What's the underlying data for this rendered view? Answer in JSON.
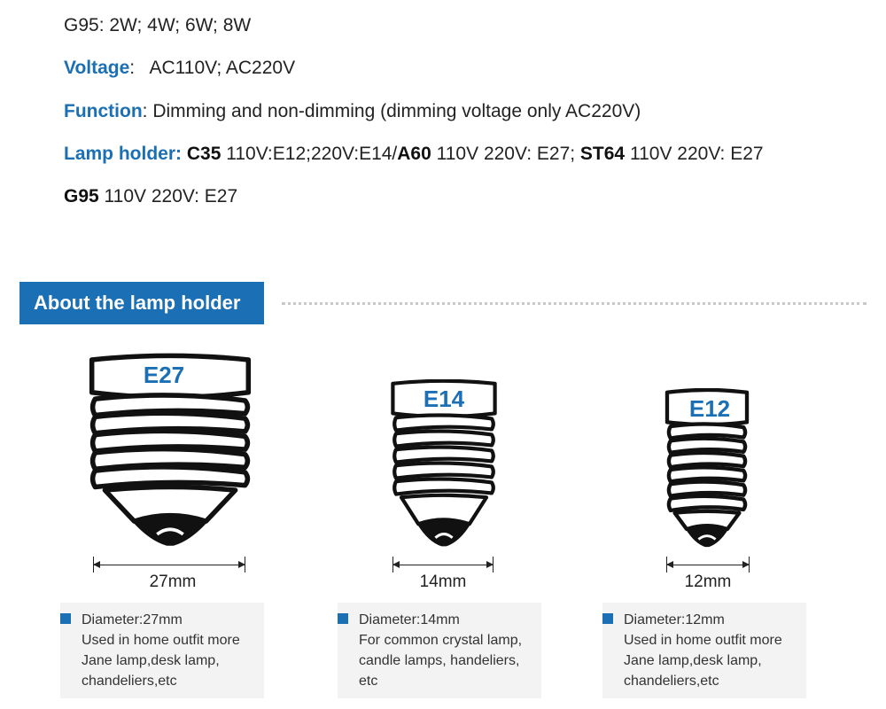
{
  "specs": {
    "g95_watts": "G95: 2W; 4W; 6W; 8W",
    "voltage_label": "Voltage",
    "voltage_colon": ":",
    "voltage_value": "AC110V; AC220V",
    "function_label": "Function",
    "function_colon": ":",
    "function_value": "Dimming and non-dimming (dimming voltage only AC220V)",
    "holder_label": "Lamp holder:",
    "holder_c35": "C35",
    "holder_c35_text": " 110V:E12;220V:E14/",
    "holder_a60": "A60",
    "holder_a60_text": " 110V 220V: E27; ",
    "holder_st64": "ST64",
    "holder_st64_text": " 110V 220V: E27",
    "holder_g95": "G95",
    "holder_g95_text": " 110V 220V: E27"
  },
  "section": {
    "title": "About the lamp holder"
  },
  "bulbs": [
    {
      "name": "E27",
      "dimension": "27mm",
      "diameter": "Diameter:27mm",
      "desc": [
        "Used in home outfit more",
        "Jane lamp,desk lamp,",
        "chandeliers,etc"
      ]
    },
    {
      "name": "E14",
      "dimension": "14mm",
      "diameter": "Diameter:14mm",
      "desc": [
        "For common crystal lamp,",
        "candle lamps, handeliers,",
        "etc"
      ]
    },
    {
      "name": "E12",
      "dimension": "12mm",
      "diameter": "Diameter:12mm",
      "desc": [
        "Used in home outfit more",
        "Jane lamp,desk lamp,",
        "chandeliers,etc"
      ]
    }
  ],
  "colors": {
    "accent": "#1b6fb5",
    "text": "#222222",
    "box_bg": "#f3f3f3"
  }
}
